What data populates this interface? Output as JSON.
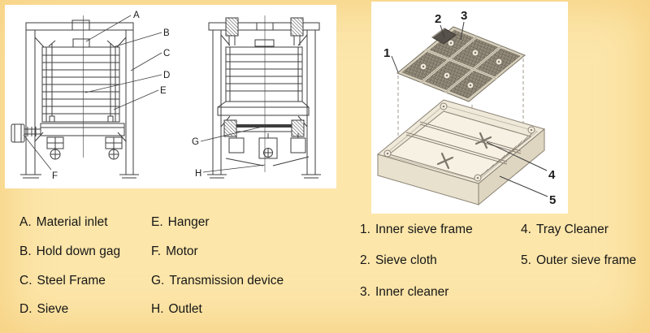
{
  "diagram_front": {
    "labels": {
      "A": "A",
      "B": "B",
      "C": "C",
      "D": "D",
      "E": "E",
      "F": "F"
    }
  },
  "diagram_side": {
    "labels": {
      "G": "G",
      "H": "H"
    }
  },
  "diagram_exploded": {
    "labels": {
      "n1": "1",
      "n2": "2",
      "n3": "3",
      "n4": "4",
      "n5": "5"
    }
  },
  "legend_machine": {
    "items": [
      {
        "key": "A.",
        "label": "Material inlet"
      },
      {
        "key": "B.",
        "label": "Hold down gag"
      },
      {
        "key": "C.",
        "label": "Steel Frame"
      },
      {
        "key": "D.",
        "label": "Sieve"
      },
      {
        "key": "E.",
        "label": "Hanger"
      },
      {
        "key": "F.",
        "label": "Motor"
      },
      {
        "key": "G.",
        "label": "Transmission device"
      },
      {
        "key": "H.",
        "label": "Outlet"
      }
    ]
  },
  "legend_sieve": {
    "items": [
      {
        "key": "1.",
        "label": "Inner sieve frame"
      },
      {
        "key": "2.",
        "label": "Sieve cloth"
      },
      {
        "key": "3.",
        "label": "Inner cleaner"
      },
      {
        "key": "4.",
        "label": "Tray Cleaner"
      },
      {
        "key": "5.",
        "label": "Outer sieve frame"
      }
    ]
  }
}
